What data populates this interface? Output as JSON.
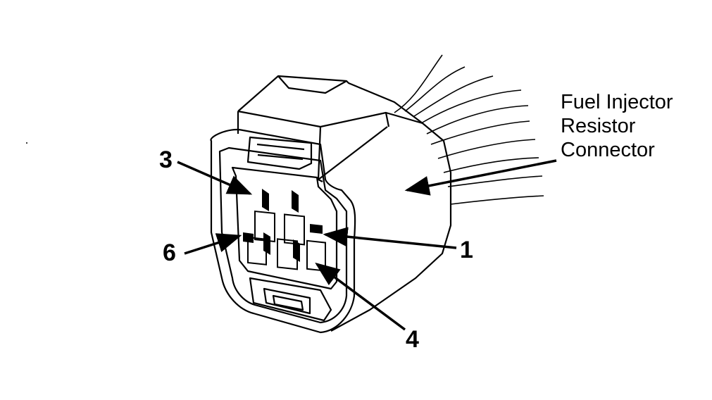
{
  "callout": {
    "line1": "Fuel Injector",
    "line2": "Resistor",
    "line3": "Connector"
  },
  "pins": {
    "pin3": "3",
    "pin6": "6",
    "pin1": "1",
    "pin4": "4"
  },
  "colors": {
    "ink": "#000000",
    "paper": "#ffffff"
  }
}
